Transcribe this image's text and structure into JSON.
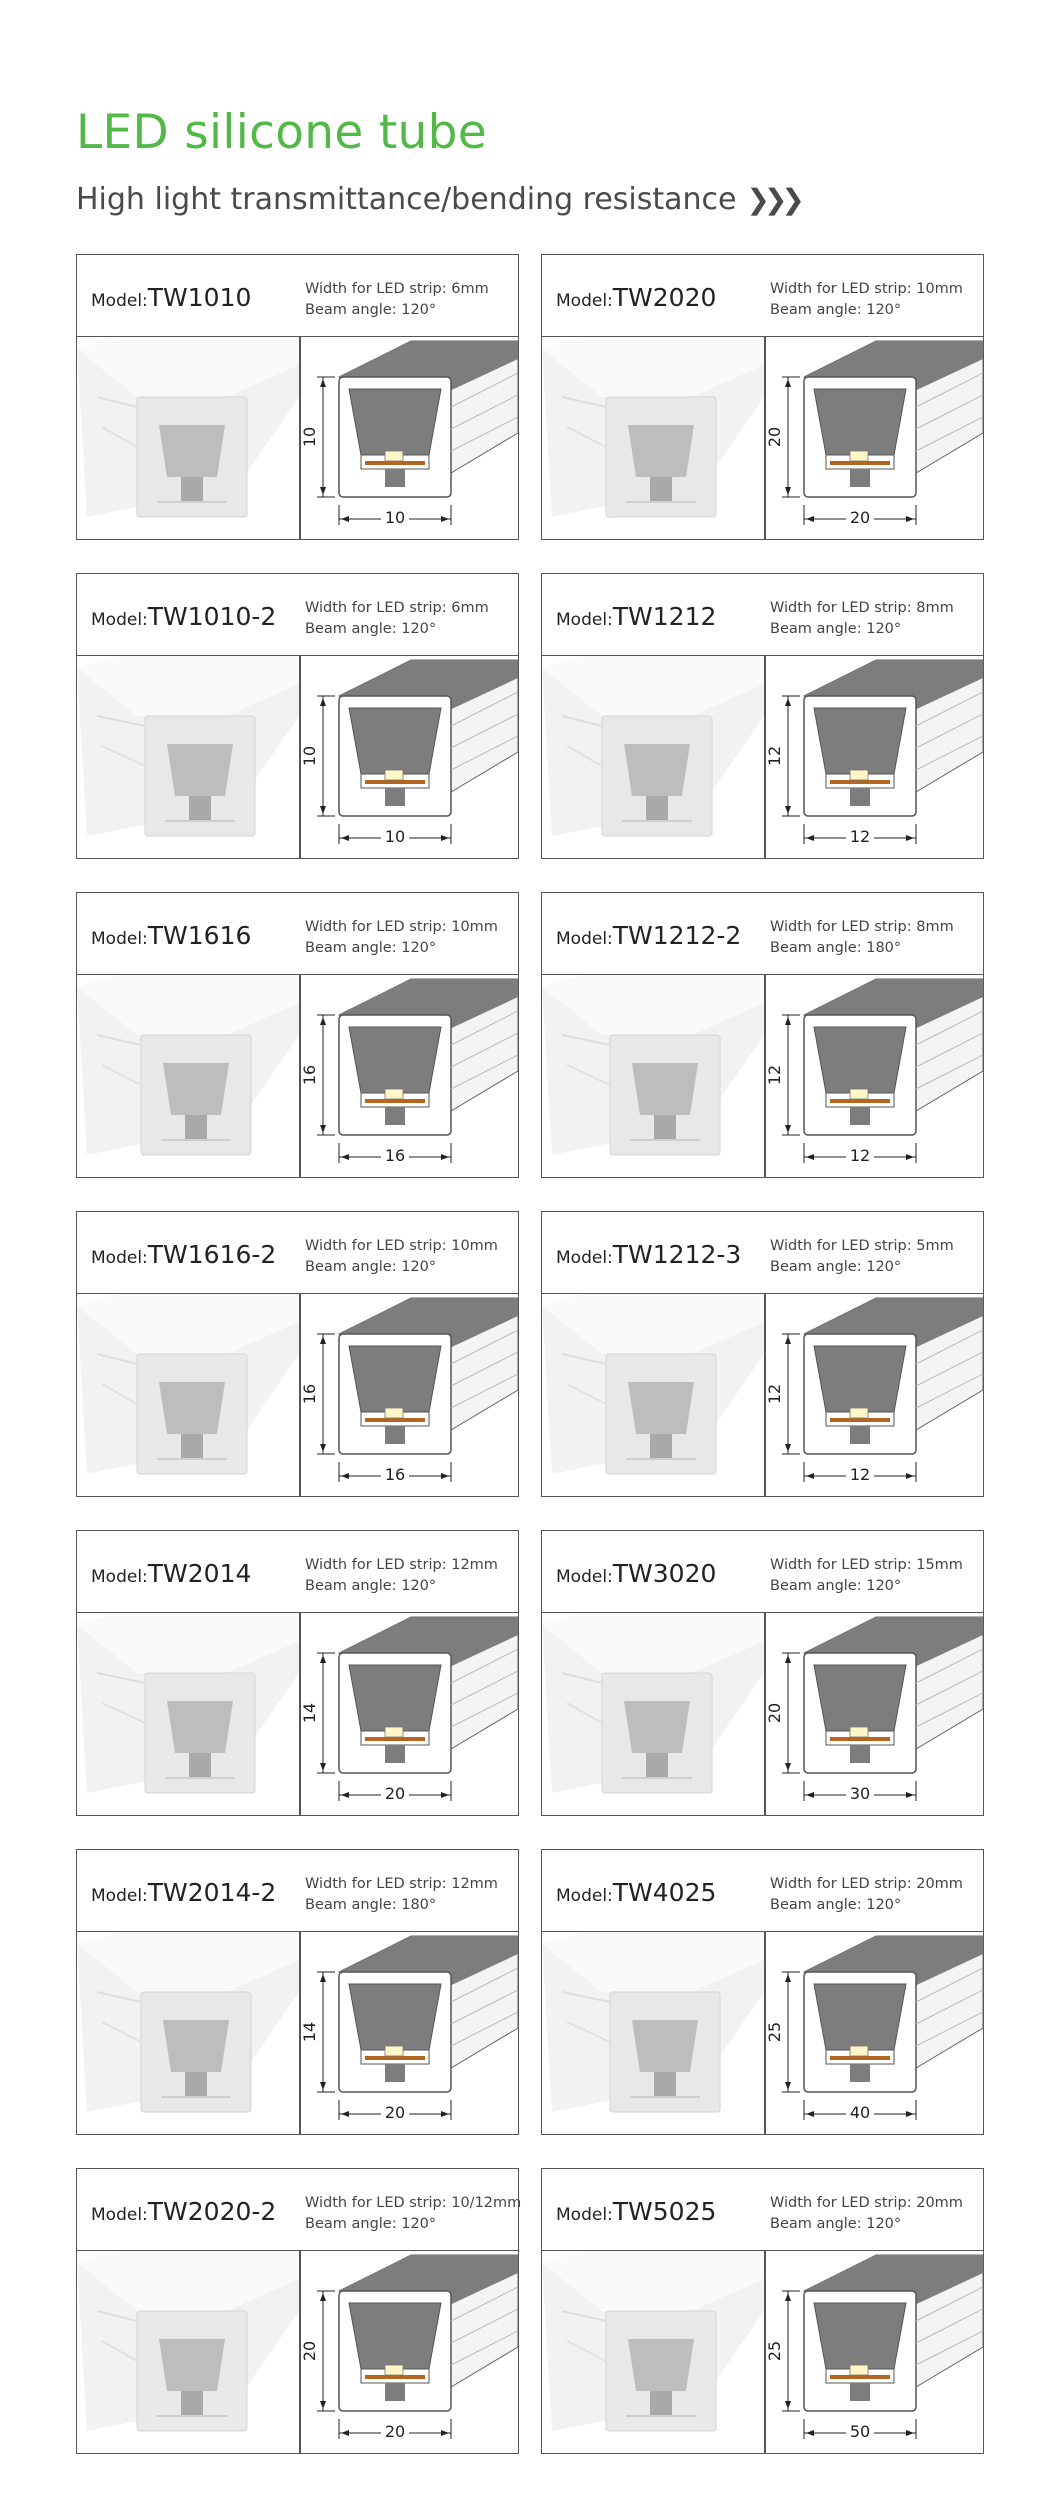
{
  "header": {
    "title": "LED silicone tube",
    "subtitle": "High light transmittance/bending resistance",
    "subtitle_arrows": "❯❯❯"
  },
  "labels": {
    "model_prefix": "Model:",
    "width_prefix": "Width for LED strip: ",
    "beam_prefix": "Beam angle: "
  },
  "colors": {
    "title_green": "#52b847",
    "profile_gray": "#7d7d7d",
    "tube_white": "#efefef"
  },
  "products": [
    {
      "model": "TW1010",
      "width": "6mm",
      "beam": "120°",
      "dim_h": "10",
      "dim_w": "10"
    },
    {
      "model": "TW2020",
      "width": "10mm",
      "beam": "120°",
      "dim_h": "20",
      "dim_w": "20"
    },
    {
      "model": "TW1010-2",
      "width": "6mm",
      "beam": "120°",
      "dim_h": "10",
      "dim_w": "10"
    },
    {
      "model": "TW1212",
      "width": "8mm",
      "beam": "120°",
      "dim_h": "12",
      "dim_w": "12"
    },
    {
      "model": "TW1616",
      "width": "10mm",
      "beam": "120°",
      "dim_h": "16",
      "dim_w": "16"
    },
    {
      "model": "TW1212-2",
      "width": "8mm",
      "beam": "180°",
      "dim_h": "12",
      "dim_w": "12"
    },
    {
      "model": "TW1616-2",
      "width": "10mm",
      "beam": "120°",
      "dim_h": "16",
      "dim_w": "16"
    },
    {
      "model": "TW1212-3",
      "width": "5mm",
      "beam": "120°",
      "dim_h": "12",
      "dim_w": "12"
    },
    {
      "model": "TW2014",
      "width": "12mm",
      "beam": "120°",
      "dim_h": "14",
      "dim_w": "20"
    },
    {
      "model": "TW3020",
      "width": "15mm",
      "beam": "120°",
      "dim_h": "20",
      "dim_w": "30"
    },
    {
      "model": "TW2014-2",
      "width": "12mm",
      "beam": "180°",
      "dim_h": "14",
      "dim_w": "20"
    },
    {
      "model": "TW4025",
      "width": "20mm",
      "beam": "120°",
      "dim_h": "25",
      "dim_w": "40"
    },
    {
      "model": "TW2020-2",
      "width": "10/12mm",
      "beam": "120°",
      "dim_h": "20",
      "dim_w": "20"
    },
    {
      "model": "TW5025",
      "width": "20mm",
      "beam": "120°",
      "dim_h": "25",
      "dim_w": "50"
    }
  ]
}
